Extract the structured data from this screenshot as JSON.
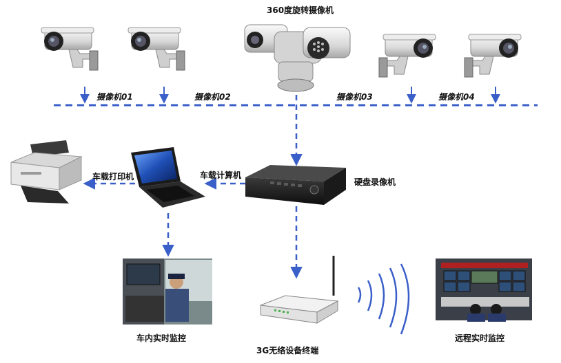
{
  "diagram": {
    "ptz_label": "360度旋转摄像机",
    "cameras": [
      "摄像机01",
      "摄像机02",
      "摄像机03",
      "摄像机04"
    ],
    "dvr_label": "硬盘录像机",
    "computer_label": "车载计算机",
    "printer_label": "车载打印机",
    "local_monitor_label": "车内实时监控",
    "terminal_label": "3G无络设备终端",
    "remote_monitor_label": "远程实时监控"
  },
  "colors": {
    "connector": "#3a5fc8",
    "device_dark": "#1b1b1b",
    "device_light": "#e8e8e8"
  }
}
